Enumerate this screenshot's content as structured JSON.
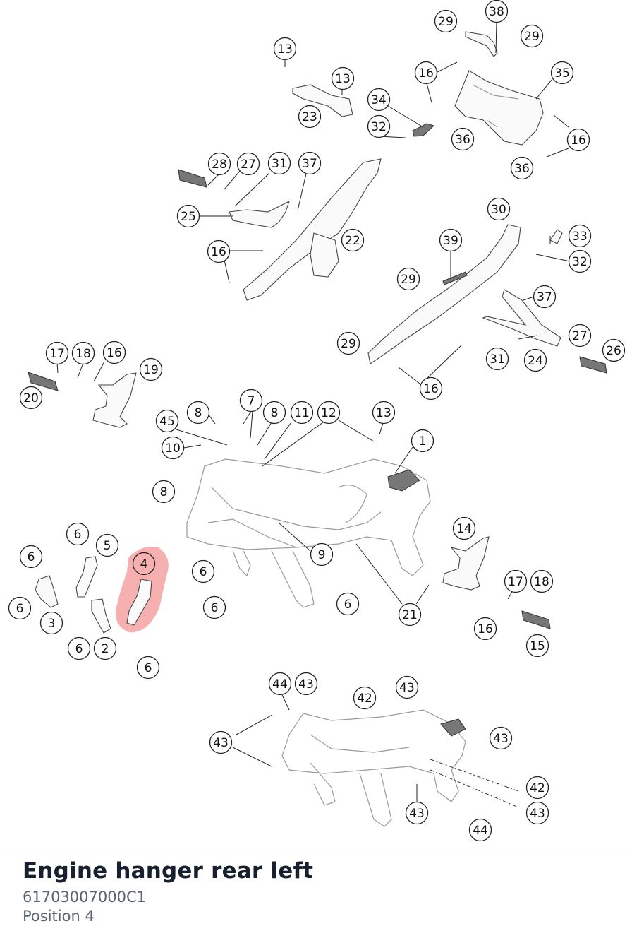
{
  "part": {
    "name": "Engine hanger rear left",
    "number": "61703007000C1",
    "position": "Position 4"
  },
  "highlight": {
    "callout": "4",
    "color": "#f07070"
  },
  "callouts": [
    {
      "id": "c29a",
      "label": "29"
    },
    {
      "id": "c38",
      "label": "38"
    },
    {
      "id": "c29b",
      "label": "29"
    },
    {
      "id": "c13a",
      "label": "13"
    },
    {
      "id": "c16a",
      "label": "16"
    },
    {
      "id": "c35",
      "label": "35"
    },
    {
      "id": "c13b",
      "label": "13"
    },
    {
      "id": "c34",
      "label": "34"
    },
    {
      "id": "c23",
      "label": "23"
    },
    {
      "id": "c32a",
      "label": "32"
    },
    {
      "id": "c36a",
      "label": "36"
    },
    {
      "id": "c16b",
      "label": "16"
    },
    {
      "id": "c36b",
      "label": "36"
    },
    {
      "id": "c28",
      "label": "28"
    },
    {
      "id": "c27a",
      "label": "27"
    },
    {
      "id": "c31a",
      "label": "31"
    },
    {
      "id": "c37a",
      "label": "37"
    },
    {
      "id": "c30",
      "label": "30"
    },
    {
      "id": "c25",
      "label": "25"
    },
    {
      "id": "c33",
      "label": "33"
    },
    {
      "id": "c22",
      "label": "22"
    },
    {
      "id": "c39",
      "label": "39"
    },
    {
      "id": "c16c",
      "label": "16"
    },
    {
      "id": "c32b",
      "label": "32"
    },
    {
      "id": "c29c",
      "label": "29"
    },
    {
      "id": "c37b",
      "label": "37"
    },
    {
      "id": "c27b",
      "label": "27"
    },
    {
      "id": "c29d",
      "label": "29"
    },
    {
      "id": "c26",
      "label": "26"
    },
    {
      "id": "c31b",
      "label": "31"
    },
    {
      "id": "c24",
      "label": "24"
    },
    {
      "id": "c17a",
      "label": "17"
    },
    {
      "id": "c18a",
      "label": "18"
    },
    {
      "id": "c16d",
      "label": "16"
    },
    {
      "id": "c19",
      "label": "19"
    },
    {
      "id": "c20",
      "label": "20"
    },
    {
      "id": "c16e",
      "label": "16"
    },
    {
      "id": "c7",
      "label": "7"
    },
    {
      "id": "c13c",
      "label": "13"
    },
    {
      "id": "c8a",
      "label": "8"
    },
    {
      "id": "c8b",
      "label": "8"
    },
    {
      "id": "c11",
      "label": "11"
    },
    {
      "id": "c12",
      "label": "12"
    },
    {
      "id": "c45",
      "label": "45"
    },
    {
      "id": "c1",
      "label": "1"
    },
    {
      "id": "c10",
      "label": "10"
    },
    {
      "id": "c8c",
      "label": "8"
    },
    {
      "id": "c6a",
      "label": "6"
    },
    {
      "id": "c5",
      "label": "5"
    },
    {
      "id": "c14",
      "label": "14"
    },
    {
      "id": "c6b",
      "label": "6"
    },
    {
      "id": "c4",
      "label": "4"
    },
    {
      "id": "c9",
      "label": "9"
    },
    {
      "id": "c6c",
      "label": "6"
    },
    {
      "id": "c17b",
      "label": "17"
    },
    {
      "id": "c18b",
      "label": "18"
    },
    {
      "id": "c6d",
      "label": "6"
    },
    {
      "id": "c6e",
      "label": "6"
    },
    {
      "id": "c6f",
      "label": "6"
    },
    {
      "id": "c3",
      "label": "3"
    },
    {
      "id": "c21",
      "label": "21"
    },
    {
      "id": "c16f",
      "label": "16"
    },
    {
      "id": "c6g",
      "label": "6"
    },
    {
      "id": "c2",
      "label": "2"
    },
    {
      "id": "c15",
      "label": "15"
    },
    {
      "id": "c6h",
      "label": "6"
    },
    {
      "id": "c44a",
      "label": "44"
    },
    {
      "id": "c43a",
      "label": "43"
    },
    {
      "id": "c43b",
      "label": "43"
    },
    {
      "id": "c42a",
      "label": "42"
    },
    {
      "id": "c43c",
      "label": "43"
    },
    {
      "id": "c43d",
      "label": "43"
    },
    {
      "id": "c42b",
      "label": "42"
    },
    {
      "id": "c43e",
      "label": "43"
    },
    {
      "id": "c43f",
      "label": "43"
    },
    {
      "id": "c44b",
      "label": "44"
    }
  ]
}
